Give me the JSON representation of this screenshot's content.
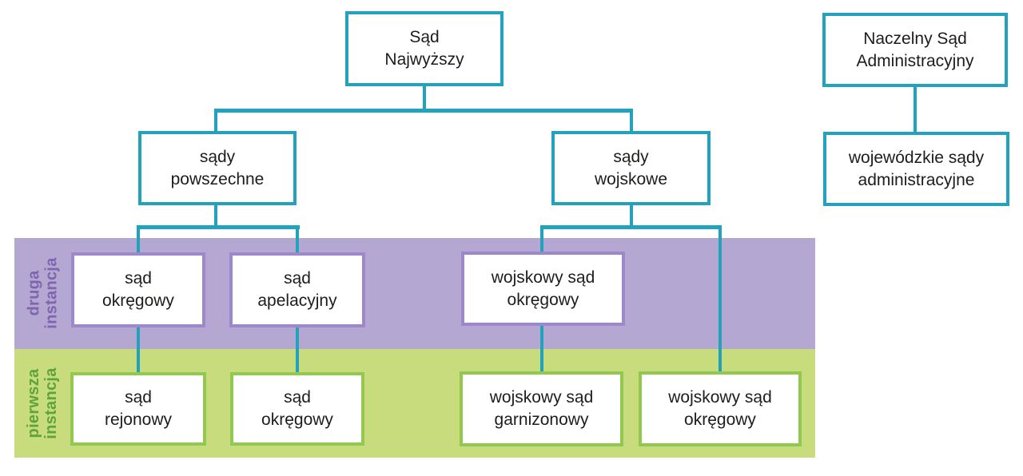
{
  "diagram_type": "org-chart",
  "colors": {
    "connector_teal": "#22a2bd",
    "second_instance_band": "#b4a8d3",
    "second_instance_box_border": "#9c88cb",
    "second_instance_label_text": "#7d66ad",
    "first_instance_band": "#c9dc7d",
    "first_instance_box_border": "#91c84f",
    "first_instance_label_text": "#5fa33c",
    "node_text": "#1d1d1b",
    "node_background": "#ffffff"
  },
  "bands": {
    "second_instance": {
      "label": "druga\ninstancja"
    },
    "first_instance": {
      "label": "pierwsza\ninstancja"
    }
  },
  "nodes": {
    "supreme_court": {
      "label": "Sąd\nNajwyższy"
    },
    "supreme_admin_court": {
      "label": "Naczelny Sąd\nAdministracyjny"
    },
    "common_courts": {
      "label": "sądy\npowszechne"
    },
    "military_courts": {
      "label": "sądy\nwojskowe"
    },
    "voivodeship_admin_courts": {
      "label": "wojewódzkie sądy\nadministracyjne"
    },
    "regional_court_second_instance": {
      "label": "sąd\nokręgowy"
    },
    "appellate_court": {
      "label": "sąd\napelacyjny"
    },
    "military_regional_court_second_instance": {
      "label": "wojskowy sąd\nokręgowy"
    },
    "district_court": {
      "label": "sąd\nrejonowy"
    },
    "regional_court_first_instance": {
      "label": "sąd\nokręgowy"
    },
    "military_garrison_court": {
      "label": "wojskowy sąd\ngarnizonowy"
    },
    "military_regional_court_first_instance": {
      "label": "wojskowy sąd\nokręgowy"
    }
  }
}
